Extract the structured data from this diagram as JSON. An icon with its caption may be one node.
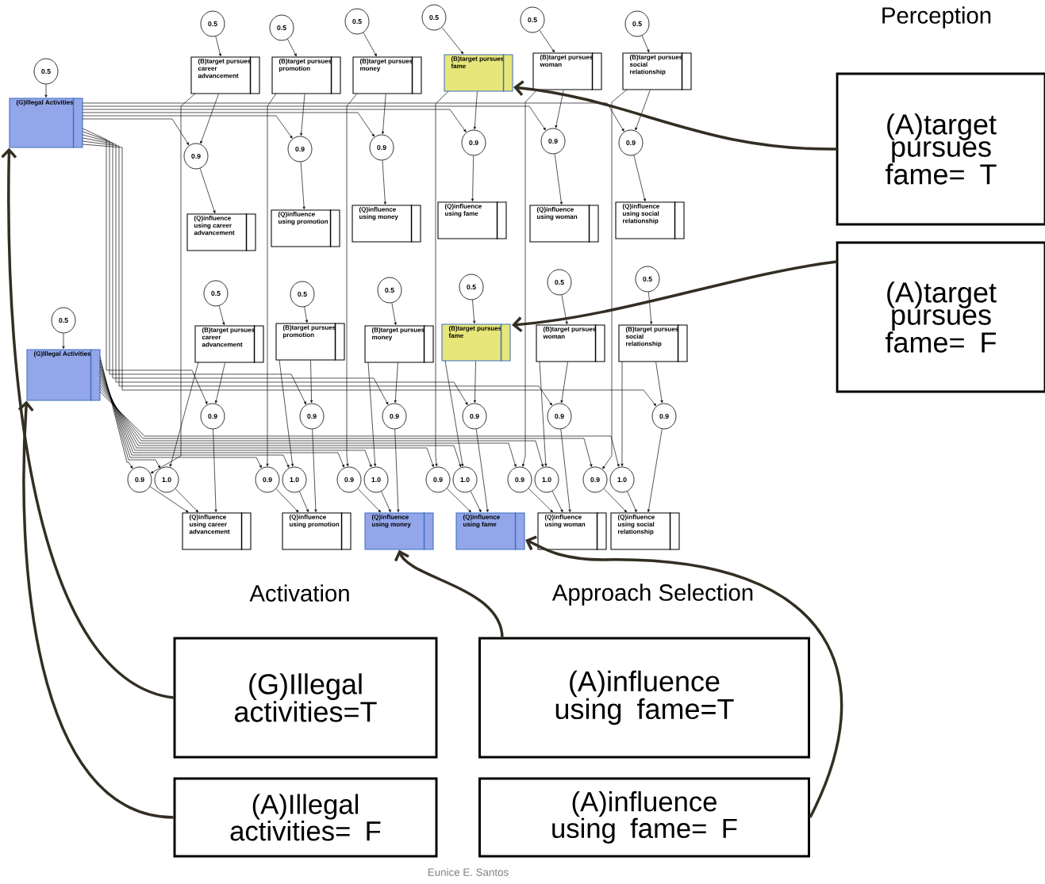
{
  "diagram": {
    "nodes": [
      {
        "text": [
          "0.5"
        ]
      },
      {
        "text": [
          "0.5"
        ]
      },
      {
        "text": [
          "0.5"
        ]
      },
      {
        "text": [
          "0.5"
        ]
      },
      {
        "text": [
          "0.5"
        ]
      },
      {
        "text": [
          "0.5"
        ]
      },
      {
        "text": [
          "0.5"
        ]
      },
      {
        "text": [
          "(G)Illegal Activities"
        ]
      },
      {
        "text": [
          "(B)target pursues career advancement"
        ]
      },
      {
        "text": [
          "(B)target pursues promotion"
        ]
      },
      {
        "text": [
          "(B)target pursues money"
        ]
      },
      {
        "text": [
          "(B)target pursues fame"
        ]
      },
      {
        "text": [
          "(B)target pursues woman"
        ]
      },
      {
        "text": [
          "(B)target pursues social relationship"
        ]
      },
      {
        "text": [
          "0.9"
        ]
      },
      {
        "text": [
          "0.9"
        ]
      },
      {
        "text": [
          "0.9"
        ]
      },
      {
        "text": [
          "0.9"
        ]
      },
      {
        "text": [
          "0.9"
        ]
      },
      {
        "text": [
          "0.9"
        ]
      },
      {
        "text": [
          "(Q)influence using career advancement"
        ]
      },
      {
        "text": [
          "(Q)influence using promotion"
        ]
      },
      {
        "text": [
          "(Q)influence using money"
        ]
      },
      {
        "text": [
          "(Q)influence using fame"
        ]
      },
      {
        "text": [
          "(Q)influence using woman"
        ]
      },
      {
        "text": [
          "(Q)influence using social relationship"
        ]
      },
      {
        "text": [
          "0.5"
        ]
      },
      {
        "text": [
          "0.5"
        ]
      },
      {
        "text": [
          "0.5"
        ]
      },
      {
        "text": [
          "0.5"
        ]
      },
      {
        "text": [
          "0.5"
        ]
      },
      {
        "text": [
          "0.5"
        ]
      },
      {
        "text": [
          "0.5"
        ]
      },
      {
        "text": [
          "(G)Illegal Activities"
        ]
      },
      {
        "text": [
          "(B)target pursues career advancement"
        ]
      },
      {
        "text": [
          "(B)target pursues promotion"
        ]
      },
      {
        "text": [
          "(B)target pursues money"
        ]
      },
      {
        "text": [
          "(B)target pursues fame"
        ]
      },
      {
        "text": [
          "(B)target pursues woman"
        ]
      },
      {
        "text": [
          "(B)target pursues social relationship"
        ]
      },
      {
        "text": [
          "0.9"
        ]
      },
      {
        "text": [
          "0.9"
        ]
      },
      {
        "text": [
          "0.9"
        ]
      },
      {
        "text": [
          "0.9"
        ]
      },
      {
        "text": [
          "0.9"
        ]
      },
      {
        "text": [
          "0.9"
        ]
      },
      {
        "text": [
          "0.9"
        ]
      },
      {
        "text": [
          "1.0"
        ]
      },
      {
        "text": [
          "0.9"
        ]
      },
      {
        "text": [
          "1.0"
        ]
      },
      {
        "text": [
          "0.9"
        ]
      },
      {
        "text": [
          "1.0"
        ]
      },
      {
        "text": [
          "0.9"
        ]
      },
      {
        "text": [
          "1.0"
        ]
      },
      {
        "text": [
          "0.9"
        ]
      },
      {
        "text": [
          "1.0"
        ]
      },
      {
        "text": [
          "0.9"
        ]
      },
      {
        "text": [
          "1.0"
        ]
      },
      {
        "text": [
          "(Q)influence using career advancement"
        ]
      },
      {
        "text": [
          "(Q)influence using promotion"
        ]
      },
      {
        "text": [
          "(Q)influence using money"
        ]
      },
      {
        "text": [
          "(Q)influence using fame"
        ]
      },
      {
        "text": [
          "(Q)influence using woman"
        ]
      },
      {
        "text": [
          "(Q)influence using social relationship"
        ]
      },
      {
        "text": [
          "(A)target pursues fame= T"
        ]
      },
      {
        "text": [
          "(A)target pursues fame= F"
        ]
      },
      {
        "text": [
          "(G)Illegal activities=T"
        ]
      },
      {
        "text": [
          "(A)Illegal activities= F"
        ]
      },
      {
        "text": [
          "(A)influence using fame=T"
        ]
      },
      {
        "text": [
          "(A)influence using fame= F"
        ]
      }
    ],
    "edges": [
      {
        "from": 0,
        "to": 8,
        "arrow": "to"
      },
      {
        "from": 1,
        "to": 9,
        "arrow": "to"
      },
      {
        "from": 2,
        "to": 10,
        "arrow": "to"
      },
      {
        "from": 3,
        "to": 11,
        "arrow": "to"
      },
      {
        "from": 4,
        "to": 12,
        "arrow": "to"
      },
      {
        "from": 5,
        "to": 13,
        "arrow": "to"
      },
      {
        "from": 6,
        "to": 7,
        "arrow": "to"
      },
      {
        "from": 7,
        "to": 14,
        "arrow": "to"
      },
      {
        "from": 7,
        "to": 15,
        "arrow": "to"
      },
      {
        "from": 7,
        "to": 16,
        "arrow": "to"
      },
      {
        "from": 7,
        "to": 17,
        "arrow": "to"
      },
      {
        "from": 7,
        "to": 18,
        "arrow": "to"
      },
      {
        "from": 7,
        "to": 19,
        "arrow": "to"
      },
      {
        "from": 8,
        "to": 14,
        "arrow": "to"
      },
      {
        "from": 9,
        "to": 15,
        "arrow": "to"
      },
      {
        "from": 10,
        "to": 16,
        "arrow": "to"
      },
      {
        "from": 11,
        "to": 17,
        "arrow": "to"
      },
      {
        "from": 12,
        "to": 18,
        "arrow": "to"
      },
      {
        "from": 13,
        "to": 19,
        "arrow": "to"
      },
      {
        "from": 14,
        "to": 20,
        "arrow": "to"
      },
      {
        "from": 15,
        "to": 21,
        "arrow": "to"
      },
      {
        "from": 16,
        "to": 22,
        "arrow": "to"
      },
      {
        "from": 17,
        "to": 23,
        "arrow": "to"
      },
      {
        "from": 18,
        "to": 24,
        "arrow": "to"
      },
      {
        "from": 19,
        "to": 25,
        "arrow": "to"
      },
      {
        "from": 26,
        "to": 34,
        "arrow": "to"
      },
      {
        "from": 27,
        "to": 35,
        "arrow": "to"
      },
      {
        "from": 28,
        "to": 36,
        "arrow": "to"
      },
      {
        "from": 29,
        "to": 37,
        "arrow": "to"
      },
      {
        "from": 30,
        "to": 38,
        "arrow": "to"
      },
      {
        "from": 31,
        "to": 39,
        "arrow": "to"
      },
      {
        "from": 32,
        "to": 33,
        "arrow": "to"
      },
      {
        "from": 7,
        "to": 40,
        "arrow": "to"
      },
      {
        "from": 7,
        "to": 41,
        "arrow": "to"
      },
      {
        "from": 7,
        "to": 42,
        "arrow": "to"
      },
      {
        "from": 7,
        "to": 43,
        "arrow": "to"
      },
      {
        "from": 7,
        "to": 44,
        "arrow": "to"
      },
      {
        "from": 7,
        "to": 45,
        "arrow": "to"
      },
      {
        "from": 34,
        "to": 40,
        "arrow": "to"
      },
      {
        "from": 35,
        "to": 41,
        "arrow": "to"
      },
      {
        "from": 36,
        "to": 42,
        "arrow": "to"
      },
      {
        "from": 37,
        "to": 43,
        "arrow": "to"
      },
      {
        "from": 38,
        "to": 44,
        "arrow": "to"
      },
      {
        "from": 39,
        "to": 45,
        "arrow": "to"
      },
      {
        "from": 40,
        "to": 58,
        "arrow": "to"
      },
      {
        "from": 41,
        "to": 59,
        "arrow": "to"
      },
      {
        "from": 42,
        "to": 60,
        "arrow": "to"
      },
      {
        "from": 43,
        "to": 61,
        "arrow": "to"
      },
      {
        "from": 44,
        "to": 62,
        "arrow": "to"
      },
      {
        "from": 45,
        "to": 63,
        "arrow": "to"
      },
      {
        "from": 33,
        "to": 47,
        "arrow": "to"
      },
      {
        "from": 33,
        "to": 49,
        "arrow": "to"
      },
      {
        "from": 33,
        "to": 51,
        "arrow": "to"
      },
      {
        "from": 33,
        "to": 53,
        "arrow": "to"
      },
      {
        "from": 33,
        "to": 55,
        "arrow": "to"
      },
      {
        "from": 33,
        "to": 57,
        "arrow": "to"
      },
      {
        "from": 34,
        "to": 47,
        "arrow": "to"
      },
      {
        "from": 35,
        "to": 49,
        "arrow": "to"
      },
      {
        "from": 36,
        "to": 51,
        "arrow": "to"
      },
      {
        "from": 37,
        "to": 53,
        "arrow": "to"
      },
      {
        "from": 38,
        "to": 55,
        "arrow": "to"
      },
      {
        "from": 39,
        "to": 57,
        "arrow": "to"
      },
      {
        "from": 47,
        "to": 58,
        "arrow": "to"
      },
      {
        "from": 49,
        "to": 59,
        "arrow": "to"
      },
      {
        "from": 51,
        "to": 60,
        "arrow": "to"
      },
      {
        "from": 53,
        "to": 61,
        "arrow": "to"
      },
      {
        "from": 55,
        "to": 62,
        "arrow": "to"
      },
      {
        "from": 57,
        "to": 63,
        "arrow": "to"
      },
      {
        "from": 33,
        "to": 46,
        "arrow": "to"
      },
      {
        "from": 33,
        "to": 48,
        "arrow": "to"
      },
      {
        "from": 33,
        "to": 50,
        "arrow": "to"
      },
      {
        "from": 33,
        "to": 52,
        "arrow": "to"
      },
      {
        "from": 33,
        "to": 54,
        "arrow": "to"
      },
      {
        "from": 33,
        "to": 56,
        "arrow": "to"
      },
      {
        "from": 8,
        "to": 46,
        "arrow": "to"
      },
      {
        "from": 9,
        "to": 48,
        "arrow": "to"
      },
      {
        "from": 10,
        "to": 50,
        "arrow": "to"
      },
      {
        "from": 11,
        "to": 52,
        "arrow": "to"
      },
      {
        "from": 12,
        "to": 54,
        "arrow": "to"
      },
      {
        "from": 13,
        "to": 56,
        "arrow": "to"
      },
      {
        "from": 46,
        "to": 58,
        "arrow": "to"
      },
      {
        "from": 48,
        "to": 59,
        "arrow": "to"
      },
      {
        "from": 50,
        "to": 60,
        "arrow": "to"
      },
      {
        "from": 52,
        "to": 61,
        "arrow": "to"
      },
      {
        "from": 54,
        "to": 62,
        "arrow": "to"
      },
      {
        "from": 56,
        "to": 63,
        "arrow": "to"
      },
      {
        "from": 64,
        "to": 11,
        "arrow": "to",
        "style": "thick",
        "color": "#332e22"
      },
      {
        "from": 65,
        "to": 37,
        "arrow": "to",
        "style": "thick",
        "color": "#332e22"
      },
      {
        "from": 66,
        "to": 7,
        "arrow": "to",
        "style": "thick",
        "color": "#332e22"
      },
      {
        "from": 67,
        "to": 33,
        "arrow": "to",
        "style": "thick",
        "color": "#332e22"
      },
      {
        "from": 68,
        "to": 60,
        "arrow": "to",
        "style": "thick",
        "color": "#332e22"
      },
      {
        "from": 69,
        "to": 61,
        "arrow": "to",
        "style": "thick",
        "color": "#332e22"
      }
    ],
    "labels": [
      "Perception",
      "Activation",
      "Approach Selection",
      "Eunice E. Santos"
    ]
  }
}
